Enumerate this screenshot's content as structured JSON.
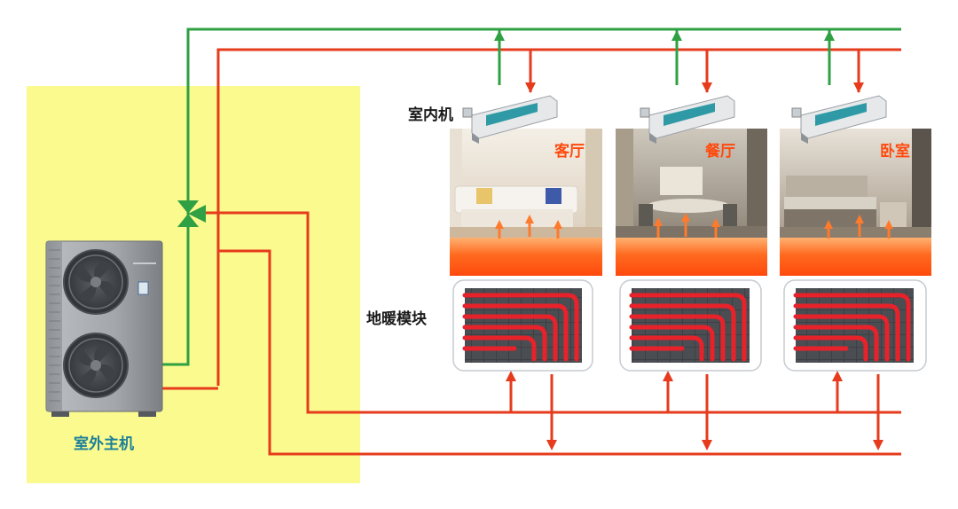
{
  "outdoor_unit": {
    "label": "室外主机"
  },
  "indoor_unit_label": "室内机",
  "floor_heating_label": "地暖模块",
  "rooms": [
    {
      "name": "客厅"
    },
    {
      "name": "餐厅"
    },
    {
      "name": "卧室"
    }
  ],
  "colors": {
    "supply_pipe": "#e63b1c",
    "return_pipe": "#2fa043",
    "outdoor_zone": "#fafa8e",
    "label_text": "#1a1a1a",
    "outdoor_label_text": "#1d7f99",
    "room_label_text": "#ff4a0d",
    "floor_band": "#ff5a14",
    "heating_pipe": "#e8222a"
  }
}
